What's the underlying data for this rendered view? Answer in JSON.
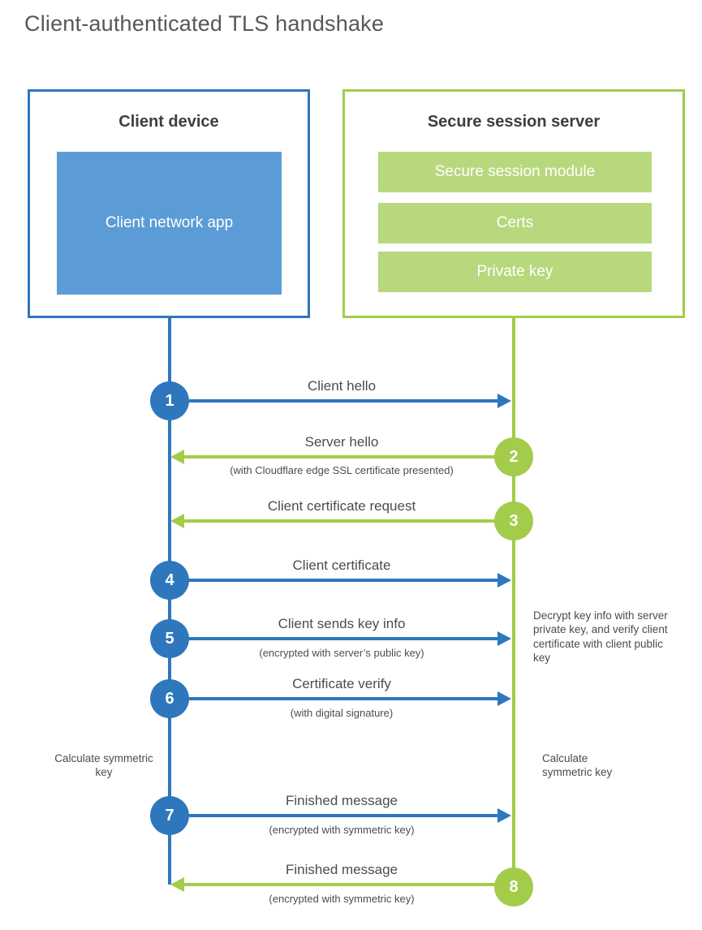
{
  "title": "Client-authenticated TLS handshake",
  "colors": {
    "blue_accent": "#2e77bd",
    "blue_fill": "#5b9cd6",
    "green_accent": "#a3cc4a",
    "green_fill": "#b7d87c",
    "heading_text": "#3d3e40",
    "body_text": "#4c4c4e",
    "title_text": "#55585c"
  },
  "client_box": {
    "title": "Client device",
    "inner_label": "Client network app"
  },
  "server_box": {
    "title": "Secure session server",
    "modules": [
      "Secure session module",
      "Certs",
      "Private key"
    ]
  },
  "messages": [
    {
      "step": "1",
      "from": "client",
      "direction": "right",
      "label": "Client hello",
      "sub": ""
    },
    {
      "step": "2",
      "from": "server",
      "direction": "left",
      "label": "Server hello",
      "sub": "(with Cloudflare edge SSL certificate presented)"
    },
    {
      "step": "3",
      "from": "server",
      "direction": "left",
      "label": "Client certificate request",
      "sub": ""
    },
    {
      "step": "4",
      "from": "client",
      "direction": "right",
      "label": "Client certificate",
      "sub": ""
    },
    {
      "step": "5",
      "from": "client",
      "direction": "right",
      "label": "Client sends key info",
      "sub": "(encrypted with server’s public key)"
    },
    {
      "step": "6",
      "from": "client",
      "direction": "right",
      "label": "Certificate verify",
      "sub": "(with digital signature)"
    },
    {
      "step": "7",
      "from": "client",
      "direction": "right",
      "label": "Finished message",
      "sub": "(encrypted with symmetric key)"
    },
    {
      "step": "8",
      "from": "server",
      "direction": "left",
      "label": "Finished message",
      "sub": "(encrypted with symmetric key)"
    }
  ],
  "annotations": {
    "calc_left": "Calculate symmetric key",
    "calc_right": "Calculate symmetric key",
    "decrypt_note": "Decrypt key info with server private key, and verify client certificate with client public key"
  }
}
